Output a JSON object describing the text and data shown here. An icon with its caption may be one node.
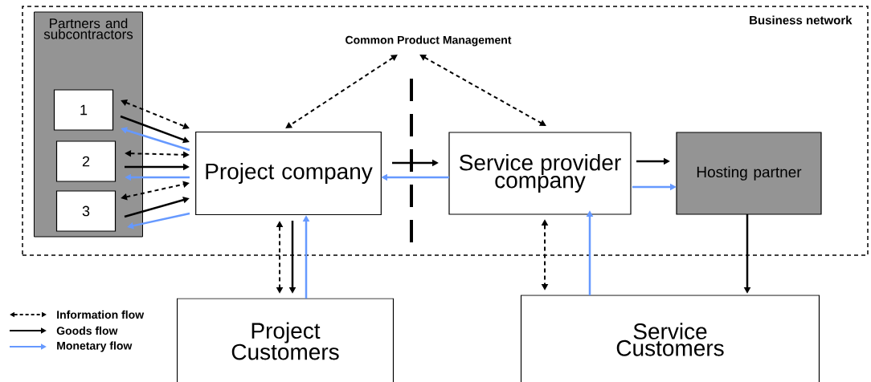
{
  "diagram": {
    "nodes": [
      {
        "text": [
          "Business network"
        ]
      },
      {
        "text": [
          "Partners and subcontractors"
        ],
        "in": 0
      },
      {
        "text": [
          "1"
        ],
        "in": 1
      },
      {
        "text": [
          "2"
        ],
        "in": 1
      },
      {
        "text": [
          "3"
        ],
        "in": 1
      },
      {
        "text": [
          "Common Product Management"
        ],
        "in": 0
      },
      {
        "text": [
          "Project company"
        ],
        "in": 0
      },
      {
        "text": [
          "Service provider company"
        ],
        "in": 0
      },
      {
        "text": [
          "Hosting partner"
        ],
        "in": 0
      },
      {
        "text": [
          "Project Customers"
        ]
      },
      {
        "text": [
          "Service Customers"
        ]
      }
    ],
    "edges": [
      {
        "from": 2,
        "to": 6,
        "arrow": "both",
        "style": "dashed"
      },
      {
        "from": 2,
        "to": 6,
        "arrow": "to"
      },
      {
        "from": 6,
        "to": 2,
        "arrow": "to",
        "color": "#6699ff"
      },
      {
        "from": 3,
        "to": 6,
        "arrow": "both",
        "style": "dashed"
      },
      {
        "from": 3,
        "to": 6,
        "arrow": "to"
      },
      {
        "from": 6,
        "to": 3,
        "arrow": "to",
        "color": "#6699ff"
      },
      {
        "from": 4,
        "to": 6,
        "arrow": "both",
        "style": "dashed"
      },
      {
        "from": 4,
        "to": 6,
        "arrow": "to"
      },
      {
        "from": 6,
        "to": 4,
        "arrow": "to",
        "color": "#6699ff"
      },
      {
        "from": 5,
        "to": 6,
        "arrow": "both",
        "style": "dashed"
      },
      {
        "from": 5,
        "to": 7,
        "arrow": "both",
        "style": "dashed"
      },
      {
        "from": 6,
        "to": 7,
        "arrow": "to"
      },
      {
        "from": 7,
        "to": 6,
        "arrow": "to",
        "color": "#6699ff"
      },
      {
        "from": 7,
        "to": 8,
        "arrow": "to"
      },
      {
        "from": 7,
        "to": 8,
        "arrow": "to",
        "color": "#6699ff"
      },
      {
        "from": 6,
        "to": 9,
        "arrow": "both",
        "style": "dashed"
      },
      {
        "from": 6,
        "to": 9,
        "arrow": "to"
      },
      {
        "from": 9,
        "to": 6,
        "arrow": "to",
        "color": "#6699ff"
      },
      {
        "from": 7,
        "to": 10,
        "arrow": "both",
        "style": "dashed"
      },
      {
        "from": 10,
        "to": 7,
        "arrow": "to",
        "color": "#6699ff"
      },
      {
        "from": 8,
        "to": 10,
        "arrow": "to"
      }
    ],
    "legend": [
      {
        "text": "Information flow"
      },
      {
        "text": "Goods flow"
      },
      {
        "text": "Monetary flow"
      }
    ]
  }
}
